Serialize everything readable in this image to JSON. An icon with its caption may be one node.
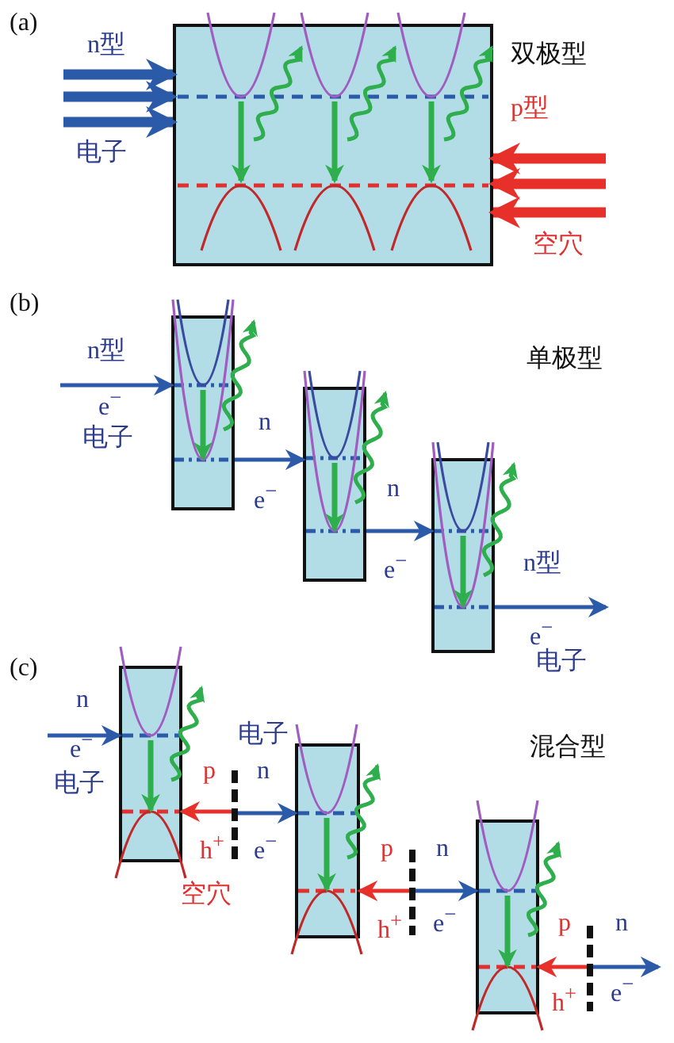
{
  "diagram": {
    "nodes": [
      {
        "text": [],
        "shape": "box"
      },
      {
        "text": [],
        "shape": "box"
      },
      {
        "text": [],
        "shape": "box"
      },
      {
        "text": [],
        "shape": "box"
      },
      {
        "text": [],
        "shape": "box"
      },
      {
        "text": [],
        "shape": "bar"
      },
      {
        "text": [],
        "shape": "box"
      },
      {
        "text": [],
        "shape": "bar"
      },
      {
        "text": [],
        "shape": "box"
      },
      {
        "text": [],
        "shape": "bar"
      }
    ],
    "edges": [
      {
        "from": null,
        "to": 0,
        "arrow": "to",
        "style": "thick"
      },
      {
        "from": null,
        "to": 0,
        "arrow": "to",
        "style": "thick"
      },
      {
        "from": null,
        "to": 0,
        "arrow": "to",
        "style": "thick"
      },
      {
        "from": null,
        "to": 0,
        "arrow": "to",
        "style": "thick",
        "color": "#e8302a"
      },
      {
        "from": null,
        "to": 0,
        "arrow": "to",
        "style": "thick",
        "color": "#e8302a"
      },
      {
        "from": null,
        "to": 0,
        "arrow": "to",
        "style": "thick",
        "color": "#e8302a"
      },
      {
        "from": null,
        "to": 1,
        "arrow": "to"
      },
      {
        "from": 1,
        "to": 2,
        "arrow": "to"
      },
      {
        "from": 2,
        "to": 3,
        "arrow": "to"
      },
      {
        "from": 3,
        "to": null,
        "arrow": "to"
      },
      {
        "from": null,
        "to": 4,
        "arrow": "to"
      },
      {
        "from": 5,
        "to": 4,
        "arrow": "to",
        "color": "#e8302a"
      },
      {
        "from": 5,
        "to": 6,
        "arrow": "to"
      },
      {
        "from": 7,
        "to": 6,
        "arrow": "to",
        "color": "#e8302a"
      },
      {
        "from": 7,
        "to": 8,
        "arrow": "to"
      },
      {
        "from": 9,
        "to": 8,
        "arrow": "to",
        "color": "#e8302a"
      },
      {
        "from": 9,
        "to": null,
        "arrow": "to"
      }
    ],
    "labels": [
      "(a)",
      "n型",
      "双极型",
      "p型",
      "电子",
      "空穴",
      "(b)",
      "n型",
      "单极型",
      "e$^{−}$",
      "电子",
      "n",
      "e$^{−}$",
      "n",
      "e$^{−}$",
      "n型",
      "e$^{−}$",
      "(c)",
      "电子",
      "n",
      "e$^{−}$",
      "电子",
      "电子",
      "混合型",
      "p",
      "n",
      "h$^{+}$",
      "e$^{−}$",
      "空穴",
      "p",
      "n",
      "h$^{+}$",
      "e$^{−}$",
      "p",
      "n",
      "h$^{+}$",
      "e$^{−}$"
    ]
  }
}
